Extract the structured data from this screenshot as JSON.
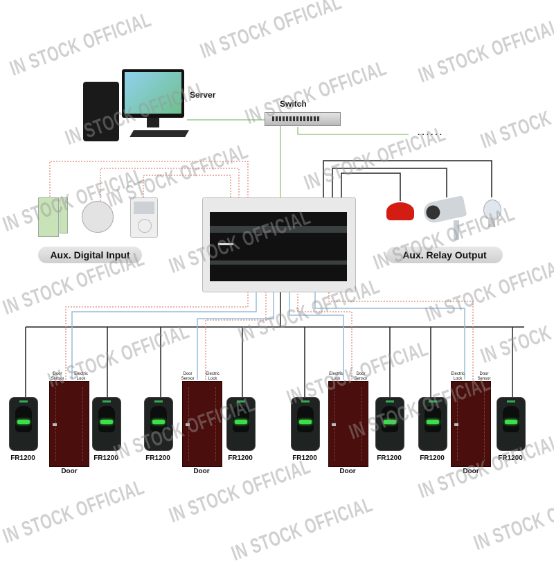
{
  "labels": {
    "server": "Server",
    "switch": "Switch",
    "more": "......",
    "aux_input": "Aux. Digital Input",
    "aux_output": "Aux. Relay Output"
  },
  "doors": [
    {
      "label": "Door",
      "left_tag": "Door\nSensor",
      "right_tag": "Electric\nLock",
      "readers": [
        "FR1200",
        "FR1200"
      ]
    },
    {
      "label": "Door",
      "left_tag": "Door\nSensor",
      "right_tag": "Electric\nLock",
      "readers": [
        "FR1200",
        "FR1200"
      ]
    },
    {
      "label": "Door",
      "left_tag": "Electric\nLock",
      "right_tag": "Door\nSensor",
      "readers": [
        "FR1200",
        "FR1200"
      ]
    },
    {
      "label": "Door",
      "left_tag": "Electric\nLock",
      "right_tag": "Door\nSensor",
      "readers": [
        "FR1200",
        "FR1200"
      ]
    }
  ],
  "watermark": "IN STOCK OFFICIAL",
  "colors": {
    "network_line": "#9ccc8a",
    "data_line": "#333333",
    "sensor_line": "#e39a8a",
    "lock_line": "#9bbcd8",
    "door": "#4a0e0c"
  }
}
